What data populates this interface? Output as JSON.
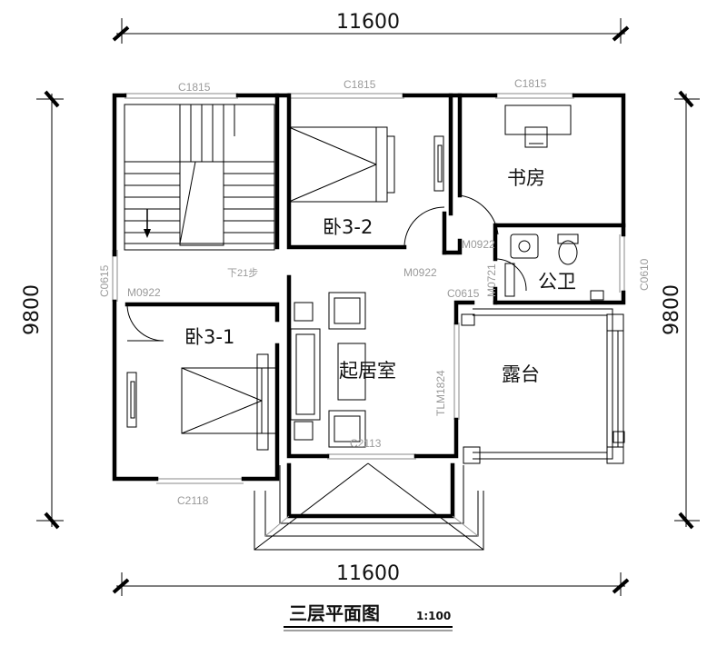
{
  "dimensions": {
    "top_width": "11600",
    "bottom_width": "11600",
    "left_height": "9800",
    "right_height": "9800"
  },
  "rooms": {
    "bedroom_3_2": "卧3-2",
    "bedroom_3_1": "卧3-1",
    "study": "书房",
    "bathroom": "公卫",
    "living_room": "起居室",
    "terrace": "露台"
  },
  "windows": {
    "top_left": "C1815",
    "top_middle": "C1815",
    "top_right": "C1815",
    "left": "C0615",
    "right": "C0610",
    "bedroom_bottom": "C2118",
    "living_bottom": "C2113",
    "bath_small": "C0615",
    "sliding_door": "TLM1824"
  },
  "doors": {
    "bedroom_3_1": "M0922",
    "bedroom_3_2": "M0922",
    "study": "M0922",
    "bathroom": "M0721"
  },
  "stair_note": "下21步",
  "title": {
    "main": "三层平面图",
    "scale": "1:100"
  }
}
